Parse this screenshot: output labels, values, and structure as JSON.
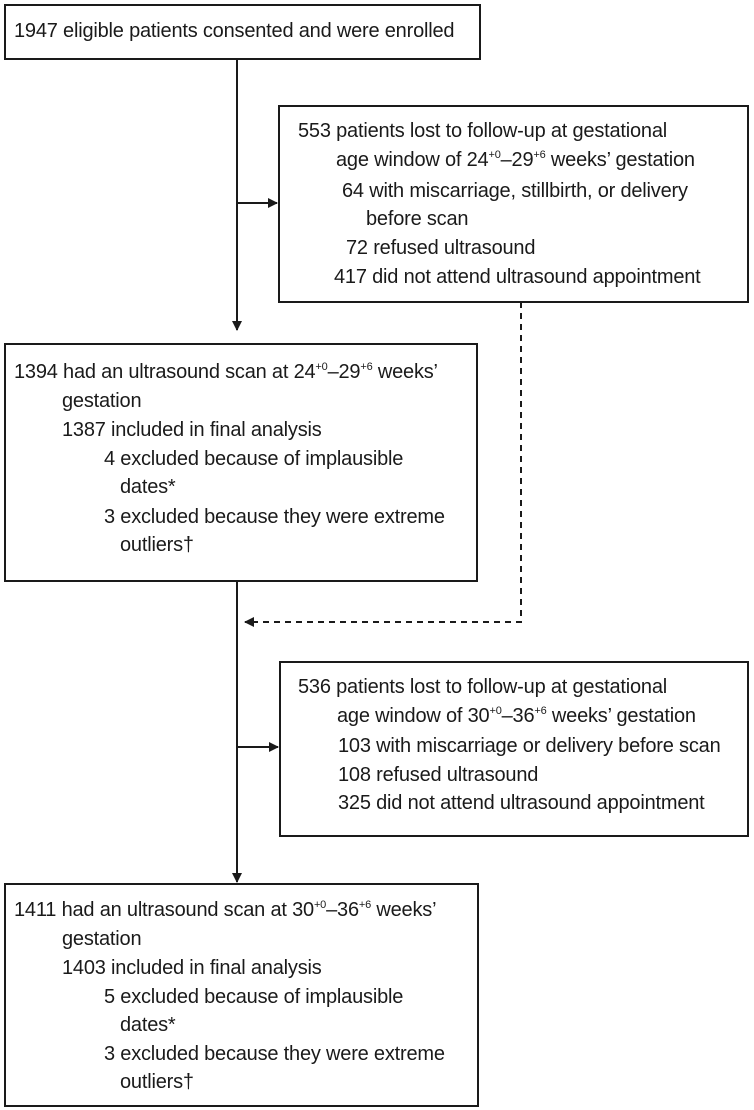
{
  "enrolled": "1947 eligible patients consented and were enrolled",
  "lost1": {
    "l1": "553 patients lost to follow-up at gestational",
    "l2a": "age window of 24",
    "l2b": "–29",
    "l2c": " weeks’ gestation",
    "l3": "64 with miscarriage, stillbirth, or delivery",
    "l4": "before scan",
    "l5": "72 refused ultrasound",
    "l6": "417 did not attend ultrasound appointment"
  },
  "scan1": {
    "l1a": "1394 had an ultrasound scan at 24",
    "l1b": "–29",
    "l1c": " weeks’",
    "l2": "gestation",
    "l3": "1387 included in final analysis",
    "l4": "4 excluded because of implausible",
    "l5": "dates*",
    "l6": "3 excluded because they were extreme",
    "l7": "outliers†"
  },
  "lost2": {
    "l1": "536 patients lost to follow-up at gestational",
    "l2a": "age window of 30",
    "l2b": "–36",
    "l2c": " weeks’ gestation",
    "l3": "103 with miscarriage or delivery before scan",
    "l4": "108 refused ultrasound",
    "l5": "325 did not attend ultrasound appointment"
  },
  "scan2": {
    "l1a": "1411 had an ultrasound scan at 30",
    "l1b": "–36",
    "l1c": " weeks’",
    "l2": "gestation",
    "l3": "1403 included in final analysis",
    "l4": "5 excluded because of implausible",
    "l5": "dates*",
    "l6": "3 excluded because they were extreme",
    "l7": "outliers†"
  },
  "sup": {
    "zero": "+0",
    "six": "+6"
  }
}
